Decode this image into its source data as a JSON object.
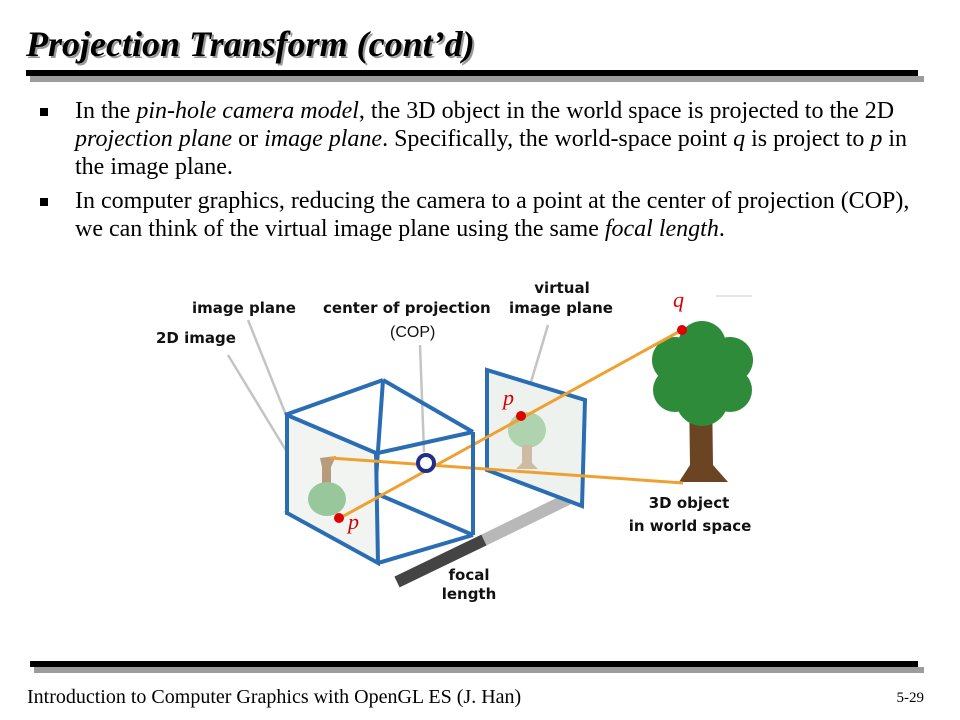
{
  "slide": {
    "title": "Projection Transform (cont’d)",
    "bullets": [
      {
        "parts": [
          {
            "t": "In the ",
            "i": false
          },
          {
            "t": "pin-hole camera model",
            "i": true
          },
          {
            "t": ", the 3D object in the world space is projected to the 2D ",
            "i": false
          },
          {
            "t": "projection plane",
            "i": true
          },
          {
            "t": " or ",
            "i": false
          },
          {
            "t": "image plane",
            "i": true
          },
          {
            "t": ". Specifically, the world-space point ",
            "i": false
          },
          {
            "t": "q",
            "i": true
          },
          {
            "t": " is project to ",
            "i": false
          },
          {
            "t": "p",
            "i": true
          },
          {
            "t": " in the image plane.",
            "i": false
          }
        ]
      },
      {
        "parts": [
          {
            "t": "In computer graphics, reducing the camera to a point at the center of projection (COP), we can think of the virtual image plane using the same ",
            "i": false
          },
          {
            "t": "focal length",
            "i": true
          },
          {
            "t": ".",
            "i": false
          }
        ]
      }
    ]
  },
  "figure": {
    "labels": {
      "image_plane": "image plane",
      "center_of_projection": "center of projection",
      "cop": "(COP)",
      "virtual_line1": "virtual",
      "virtual_line2": "image plane",
      "two_d_image": "2D image",
      "object_line1": "3D object",
      "object_line2": "in world space",
      "focal_line1": "focal",
      "focal_line2": "length",
      "point_q": "q",
      "point_p_virtual": "p",
      "point_p_image": "p"
    },
    "colors": {
      "box": "#2a6db3",
      "ray": "#f0a030",
      "cop_ring": "#1f2f8a",
      "point": "#e00000",
      "point_label": "#d60000",
      "tree_canopy": "#2e8b3a",
      "tree_trunk": "#6b4423"
    }
  },
  "footer": {
    "left": "Introduction to Computer Graphics with OpenGL ES (J. Han)",
    "page": "5-29"
  }
}
